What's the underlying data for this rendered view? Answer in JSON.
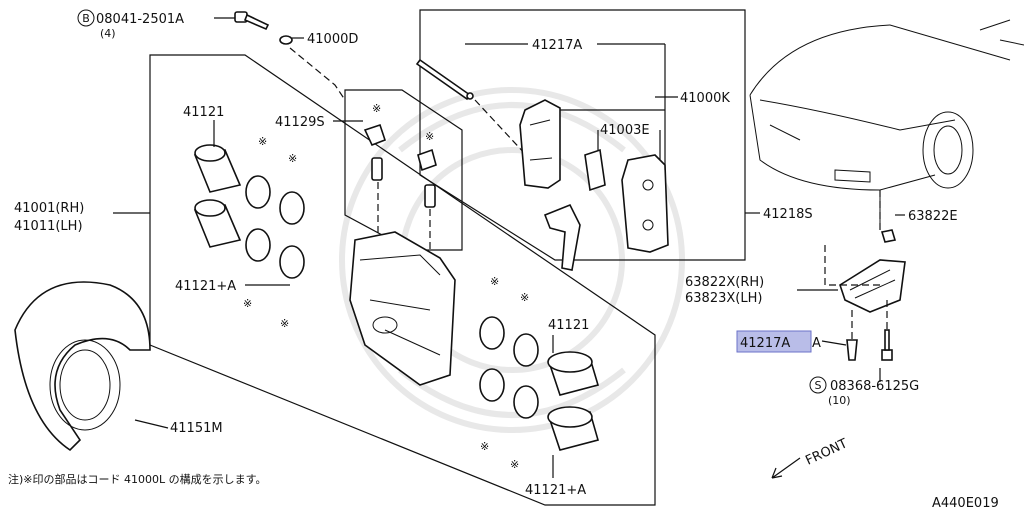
{
  "labels": {
    "bolt_b": "08041-2501A",
    "bolt_b_qty": "(4)",
    "washer": "41000D",
    "pin": "41217A",
    "pad_kit": "41000K",
    "shim": "41003E",
    "piston_upper": "41121",
    "seal_kit": "41129S",
    "caliper_rh": "41001(RH)",
    "caliper_lh": "41011(LH)",
    "piston_lower_left": "41121+A",
    "hardware": "41218S",
    "bracket_nut": "63822E",
    "bracket_rh": "63822X(RH)",
    "bracket_lh": "63823X(LH)",
    "pin_highlight": "41217A",
    "pin_highlight_suffix": "A",
    "bolt_s": "08368-6125G",
    "bolt_s_qty": "(10)",
    "piston_right_upper": "41121",
    "piston_right_lower": "41121+A",
    "dust_shield": "41151M",
    "front": "FRONT",
    "note": "注)※印の部品はコード 41000L の構成を示します。",
    "diagram_id": "A440E019",
    "circle_b": "B",
    "circle_s": "S",
    "asterisk": "※"
  }
}
